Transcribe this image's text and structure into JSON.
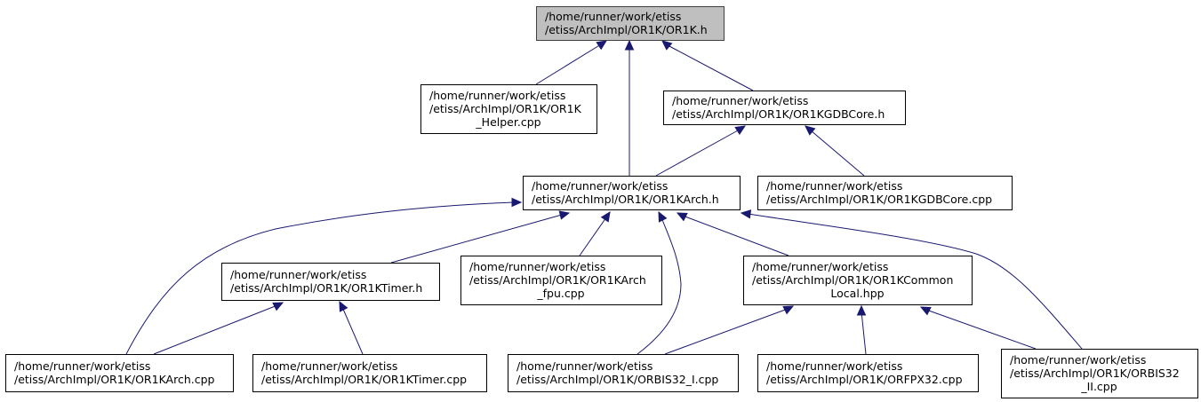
{
  "nodes": [
    {
      "id": "or1k_h",
      "lines": [
        "/home/runner/work/etiss",
        "/etiss/ArchImpl/OR1K/OR1K.h"
      ],
      "root": true
    },
    {
      "id": "helper_cpp",
      "lines": [
        "/home/runner/work/etiss",
        "/etiss/ArchImpl/OR1K/OR1K",
        "_Helper.cpp"
      ]
    },
    {
      "id": "gdbcore_h",
      "lines": [
        "/home/runner/work/etiss",
        "/etiss/ArchImpl/OR1K/OR1KGDBCore.h"
      ]
    },
    {
      "id": "arch_h",
      "lines": [
        "/home/runner/work/etiss",
        "/etiss/ArchImpl/OR1K/OR1KArch.h"
      ]
    },
    {
      "id": "gdbcore_cpp",
      "lines": [
        "/home/runner/work/etiss",
        "/etiss/ArchImpl/OR1K/OR1KGDBCore.cpp"
      ]
    },
    {
      "id": "timer_h",
      "lines": [
        "/home/runner/work/etiss",
        "/etiss/ArchImpl/OR1K/OR1KTimer.h"
      ]
    },
    {
      "id": "arch_fpu_cpp",
      "lines": [
        "/home/runner/work/etiss",
        "/etiss/ArchImpl/OR1K/OR1KArch",
        "_fpu.cpp"
      ]
    },
    {
      "id": "common_local_hpp",
      "lines": [
        "/home/runner/work/etiss",
        "/etiss/ArchImpl/OR1K/OR1KCommon",
        "Local.hpp"
      ]
    },
    {
      "id": "arch_cpp",
      "lines": [
        "/home/runner/work/etiss",
        "/etiss/ArchImpl/OR1K/OR1KArch.cpp"
      ]
    },
    {
      "id": "timer_cpp",
      "lines": [
        "/home/runner/work/etiss",
        "/etiss/ArchImpl/OR1K/OR1KTimer.cpp"
      ]
    },
    {
      "id": "orbis32_i_cpp",
      "lines": [
        "/home/runner/work/etiss",
        "/etiss/ArchImpl/OR1K/ORBIS32_I.cpp"
      ]
    },
    {
      "id": "orfpx32_cpp",
      "lines": [
        "/home/runner/work/etiss",
        "/etiss/ArchImpl/OR1K/ORFPX32.cpp"
      ]
    },
    {
      "id": "orbis32_ii_cpp",
      "lines": [
        "/home/runner/work/etiss",
        "/etiss/ArchImpl/OR1K/ORBIS32",
        "_II.cpp"
      ]
    }
  ],
  "edges": [
    {
      "from": "helper_cpp",
      "to": "or1k_h"
    },
    {
      "from": "arch_h",
      "to": "or1k_h"
    },
    {
      "from": "gdbcore_h",
      "to": "or1k_h"
    },
    {
      "from": "arch_h",
      "to": "gdbcore_h"
    },
    {
      "from": "gdbcore_cpp",
      "to": "gdbcore_h"
    },
    {
      "from": "arch_cpp",
      "to": "arch_h"
    },
    {
      "from": "timer_h",
      "to": "arch_h"
    },
    {
      "from": "arch_fpu_cpp",
      "to": "arch_h"
    },
    {
      "from": "orbis32_i_cpp",
      "to": "arch_h"
    },
    {
      "from": "common_local_hpp",
      "to": "arch_h"
    },
    {
      "from": "orbis32_ii_cpp",
      "to": "arch_h"
    },
    {
      "from": "arch_cpp",
      "to": "timer_h"
    },
    {
      "from": "timer_cpp",
      "to": "timer_h"
    },
    {
      "from": "orbis32_i_cpp",
      "to": "common_local_hpp"
    },
    {
      "from": "orfpx32_cpp",
      "to": "common_local_hpp"
    },
    {
      "from": "orbis32_ii_cpp",
      "to": "common_local_hpp"
    }
  ]
}
